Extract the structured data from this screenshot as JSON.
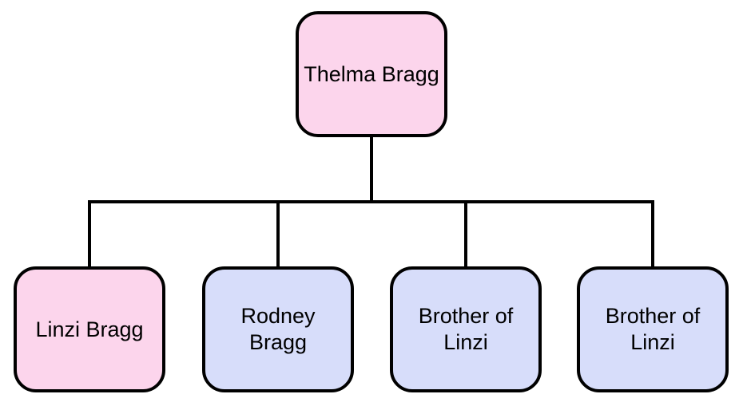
{
  "nodes": {
    "root": {
      "label": "Thelma Bragg",
      "lines": [
        "Thelma Bragg",
        ""
      ],
      "fill": "#FCD5EC"
    },
    "children": [
      {
        "label": "Linzi Bragg",
        "lines": [
          "Linzi Bragg",
          ""
        ],
        "fill": "#FCD5EC"
      },
      {
        "label": "Rodney Bragg",
        "lines": [
          "Rodney",
          "Bragg"
        ],
        "fill": "#D7DDFA"
      },
      {
        "label": "Brother of Linzi",
        "lines": [
          "Brother of",
          "Linzi"
        ],
        "fill": "#D7DDFA"
      },
      {
        "label": "Brother of Linzi",
        "lines": [
          "Brother of",
          "Linzi"
        ],
        "fill": "#D7DDFA"
      }
    ]
  },
  "colors": {
    "pink_fill": "#FCD5EC",
    "blue_fill": "#D7DDFA",
    "node_border": "#000000",
    "connector_line": "#000000",
    "text": "#000000",
    "background": "#FFFFFF"
  }
}
